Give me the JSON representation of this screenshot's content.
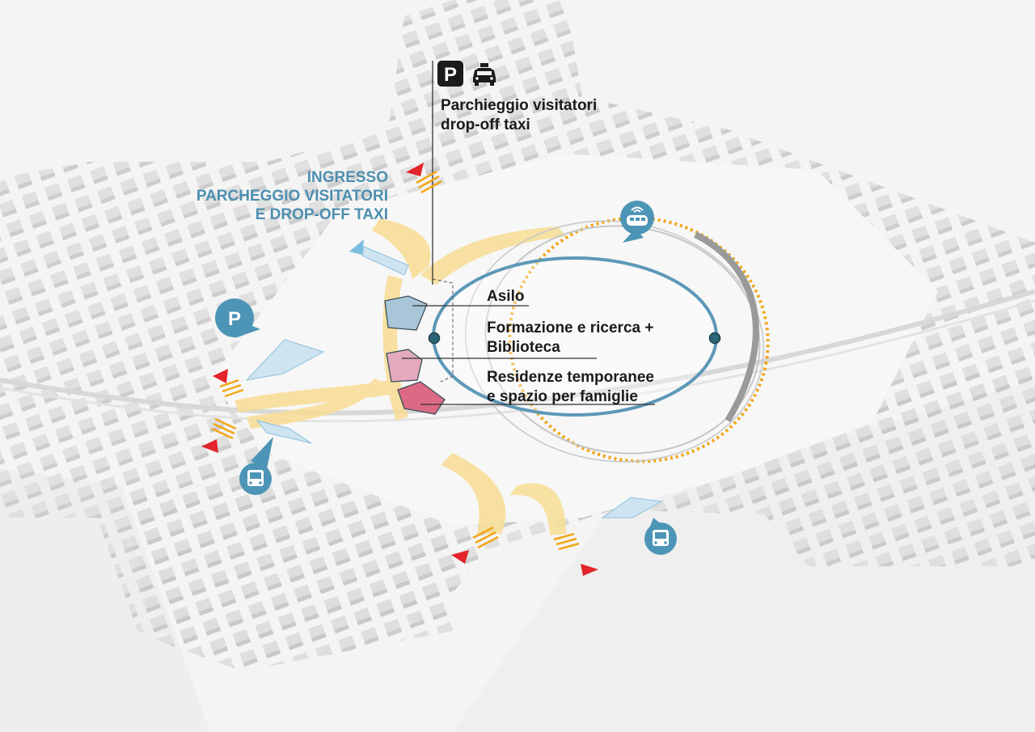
{
  "labels": {
    "parking_visitors": [
      "Parchieggio visitatori",
      "drop-off taxi"
    ],
    "entrance": [
      "INGRESSO",
      "PARCHEGGIO VISITATORI",
      "E DROP-OFF TAXI"
    ],
    "asilo": "Asilo",
    "formazione": [
      "Formazione e ricerca +",
      "Biblioteca"
    ],
    "residenze": [
      "Residenze temporanee",
      "e spazio per famiglie"
    ]
  },
  "icons": {
    "parking": "parking-icon",
    "taxi": "taxi-icon",
    "bus": "bus-icon",
    "tram": "tram-icon",
    "entry_arrow": "arrow-icon"
  },
  "colors": {
    "background": "#f3f3f3",
    "building": "#e2e2e2",
    "road_yellow": "#f7dd94",
    "crosswalk": "#f2a516",
    "ring_blue": "#5d98b8",
    "marker_blue": "#4d95b6",
    "arrow_red": "#e3242b",
    "asilo_block": "#a9c6d8",
    "formazione_block": "#e3a9bc",
    "residenze_block": "#dc6a84",
    "text_dark": "#1b1b1b",
    "text_blue": "#4d8fb0"
  }
}
